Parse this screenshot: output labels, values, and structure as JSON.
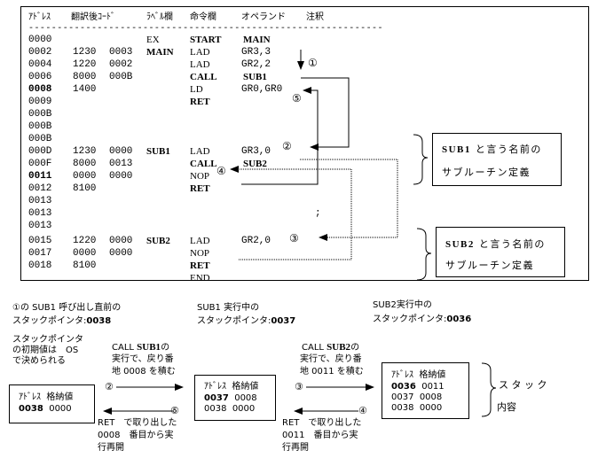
{
  "listing": {
    "headers": {
      "address": "ｱﾄﾞﾚｽ",
      "code": "翻訳後ｺｰﾄﾞ",
      "label": "ﾗﾍﾞﾙ欄",
      "instr": "命令欄",
      "operand": "オペランド",
      "comment": "注釈"
    },
    "separator": "--------------------------------------------------------------",
    "rows": [
      {
        "addr": "0000",
        "code1": "",
        "code2": "",
        "label": "EX",
        "instr": "START",
        "operand": "MAIN",
        "addr_bold": false,
        "instr_bold": true,
        "operand_bold": true
      },
      {
        "addr": "0002",
        "code1": "1230",
        "code2": "0003",
        "label": "MAIN",
        "instr": "LAD",
        "operand": "GR3,3",
        "addr_bold": false,
        "instr_bold": false,
        "operand_bold": false
      },
      {
        "addr": "0004",
        "code1": "1220",
        "code2": "0002",
        "label": "",
        "instr": "LAD",
        "operand": "GR2,2",
        "addr_bold": false,
        "instr_bold": false,
        "operand_bold": false
      },
      {
        "addr": "0006",
        "code1": "8000",
        "code2": "000B",
        "label": "",
        "instr": "CALL",
        "operand": "SUB1",
        "addr_bold": false,
        "instr_bold": true,
        "operand_bold": true
      },
      {
        "addr": "0008",
        "code1": "1400",
        "code2": "",
        "label": "",
        "instr": "LD",
        "operand": "GR0,GR0",
        "addr_bold": true,
        "instr_bold": false,
        "operand_bold": false
      },
      {
        "addr": "0009",
        "code1": "",
        "code2": "",
        "label": "",
        "instr": "RET",
        "operand": "",
        "addr_bold": false,
        "instr_bold": true,
        "operand_bold": false
      },
      {
        "addr": "000B",
        "code1": "",
        "code2": "",
        "label": "",
        "instr": "",
        "operand": "",
        "addr_bold": false,
        "instr_bold": false,
        "operand_bold": false
      },
      {
        "addr": "000B",
        "code1": "",
        "code2": "",
        "label": "",
        "instr": "",
        "operand": "",
        "addr_bold": false,
        "instr_bold": false,
        "operand_bold": false
      },
      {
        "addr": "000B",
        "code1": "",
        "code2": "",
        "label": "",
        "instr": "",
        "operand": "",
        "addr_bold": false,
        "instr_bold": false,
        "operand_bold": false
      },
      {
        "addr": "000D",
        "code1": "1230",
        "code2": "0000",
        "label": "SUB1",
        "instr": "LAD",
        "operand": "GR3,0",
        "addr_bold": false,
        "instr_bold": false,
        "operand_bold": false
      },
      {
        "addr": "000F",
        "code1": "8000",
        "code2": "0013",
        "label": "",
        "instr": "CALL",
        "operand": "SUB2",
        "addr_bold": false,
        "instr_bold": true,
        "operand_bold": true
      },
      {
        "addr": "0011",
        "code1": "0000",
        "code2": "0000",
        "label": "",
        "instr": "NOP",
        "operand": "",
        "addr_bold": true,
        "instr_bold": false,
        "operand_bold": false
      },
      {
        "addr": "0012",
        "code1": "8100",
        "code2": "",
        "label": "",
        "instr": "RET",
        "operand": "",
        "addr_bold": false,
        "instr_bold": true,
        "operand_bold": false
      },
      {
        "addr": "0013",
        "code1": "",
        "code2": "",
        "label": "",
        "instr": "",
        "operand": "",
        "addr_bold": false,
        "instr_bold": false,
        "operand_bold": false
      },
      {
        "addr": "0013",
        "code1": "",
        "code2": "",
        "label": "",
        "instr": "",
        "operand": ";",
        "addr_bold": false,
        "instr_bold": false,
        "operand_bold": false
      },
      {
        "addr": "0013",
        "code1": "",
        "code2": "",
        "label": "",
        "instr": "",
        "operand": "",
        "addr_bold": false,
        "instr_bold": false,
        "operand_bold": false
      },
      {
        "addr": "0015",
        "code1": "1220",
        "code2": "0000",
        "label": "SUB2",
        "instr": "LAD",
        "operand": "GR2,0",
        "addr_bold": false,
        "instr_bold": false,
        "operand_bold": false
      },
      {
        "addr": "0017",
        "code1": "0000",
        "code2": "0000",
        "label": "",
        "instr": "NOP",
        "operand": "",
        "addr_bold": false,
        "instr_bold": false,
        "operand_bold": false
      },
      {
        "addr": "0018",
        "code1": "8100",
        "code2": "",
        "label": "",
        "instr": "RET",
        "operand": "",
        "addr_bold": false,
        "instr_bold": true,
        "operand_bold": false
      },
      {
        "addr": "",
        "code1": "",
        "code2": "",
        "label": "",
        "instr": "END",
        "operand": "",
        "addr_bold": false,
        "instr_bold": false,
        "operand_bold": false
      }
    ],
    "markers": {
      "m1": "①",
      "m2": "②",
      "m3": "③",
      "m4": "④",
      "m5": "⑤"
    }
  },
  "callouts": {
    "sub1": {
      "name": "SUB1",
      "line1_suffix": " と言う名前の",
      "line2": "サブルーチン定義"
    },
    "sub2": {
      "name": "SUB2",
      "line1_suffix": " と言う名前の",
      "line2": "サブルーチン定義"
    }
  },
  "stack_states": [
    {
      "caption1": "①の SUB1 呼び出し直前の",
      "caption2_prefix": "スタックポインタ:",
      "sp": "0038",
      "table_header": [
        "ｱﾄﾞﾚｽ",
        "格納値"
      ],
      "rows": [
        {
          "addr": "0038",
          "value": "0000",
          "top": true
        }
      ]
    },
    {
      "caption1": "SUB1 実行中の",
      "caption2_prefix": "スタックポインタ:",
      "sp": "0037",
      "table_header": [
        "ｱﾄﾞﾚｽ",
        "格納値"
      ],
      "rows": [
        {
          "addr": "0037",
          "value": "0008",
          "top": true
        },
        {
          "addr": "0038",
          "value": "0000",
          "top": false
        }
      ]
    },
    {
      "caption1": "SUB2実行中の",
      "caption2_prefix": "スタックポインタ:",
      "sp": "0036",
      "table_header": [
        "ｱﾄﾞﾚｽ",
        "格納値"
      ],
      "rows": [
        {
          "addr": "0036",
          "value": "0011",
          "top": true
        },
        {
          "addr": "0037",
          "value": "0008",
          "top": false
        },
        {
          "addr": "0038",
          "value": "0000",
          "top": false
        }
      ]
    }
  ],
  "notes": {
    "initial_sp": [
      "スタックポインタ",
      "の初期値は　OS",
      "で決められる"
    ],
    "push1": {
      "line1_prefix": "CALL ",
      "line1_bold": "SUB1",
      "line1_suffix": "の",
      "line2": "実行で、戻り番",
      "line3": "地 0008 を積む",
      "marker": "②"
    },
    "pop1": {
      "marker": "⑤",
      "line1": "RET　で取り出した",
      "line2": "0008　番目から実",
      "line3": "行再開"
    },
    "push2": {
      "line1_prefix": "CALL ",
      "line1_bold": "SUB2",
      "line1_suffix": "の",
      "line2": "実行で、戻り番",
      "line3": "地 0011 を積む",
      "marker": "③"
    },
    "pop2": {
      "marker": "④",
      "line1": "RET　で取り出した",
      "line2": "0011　番目から実",
      "line3": "行再開"
    },
    "stack_label": [
      "ス タ ッ ク",
      "内容"
    ]
  }
}
